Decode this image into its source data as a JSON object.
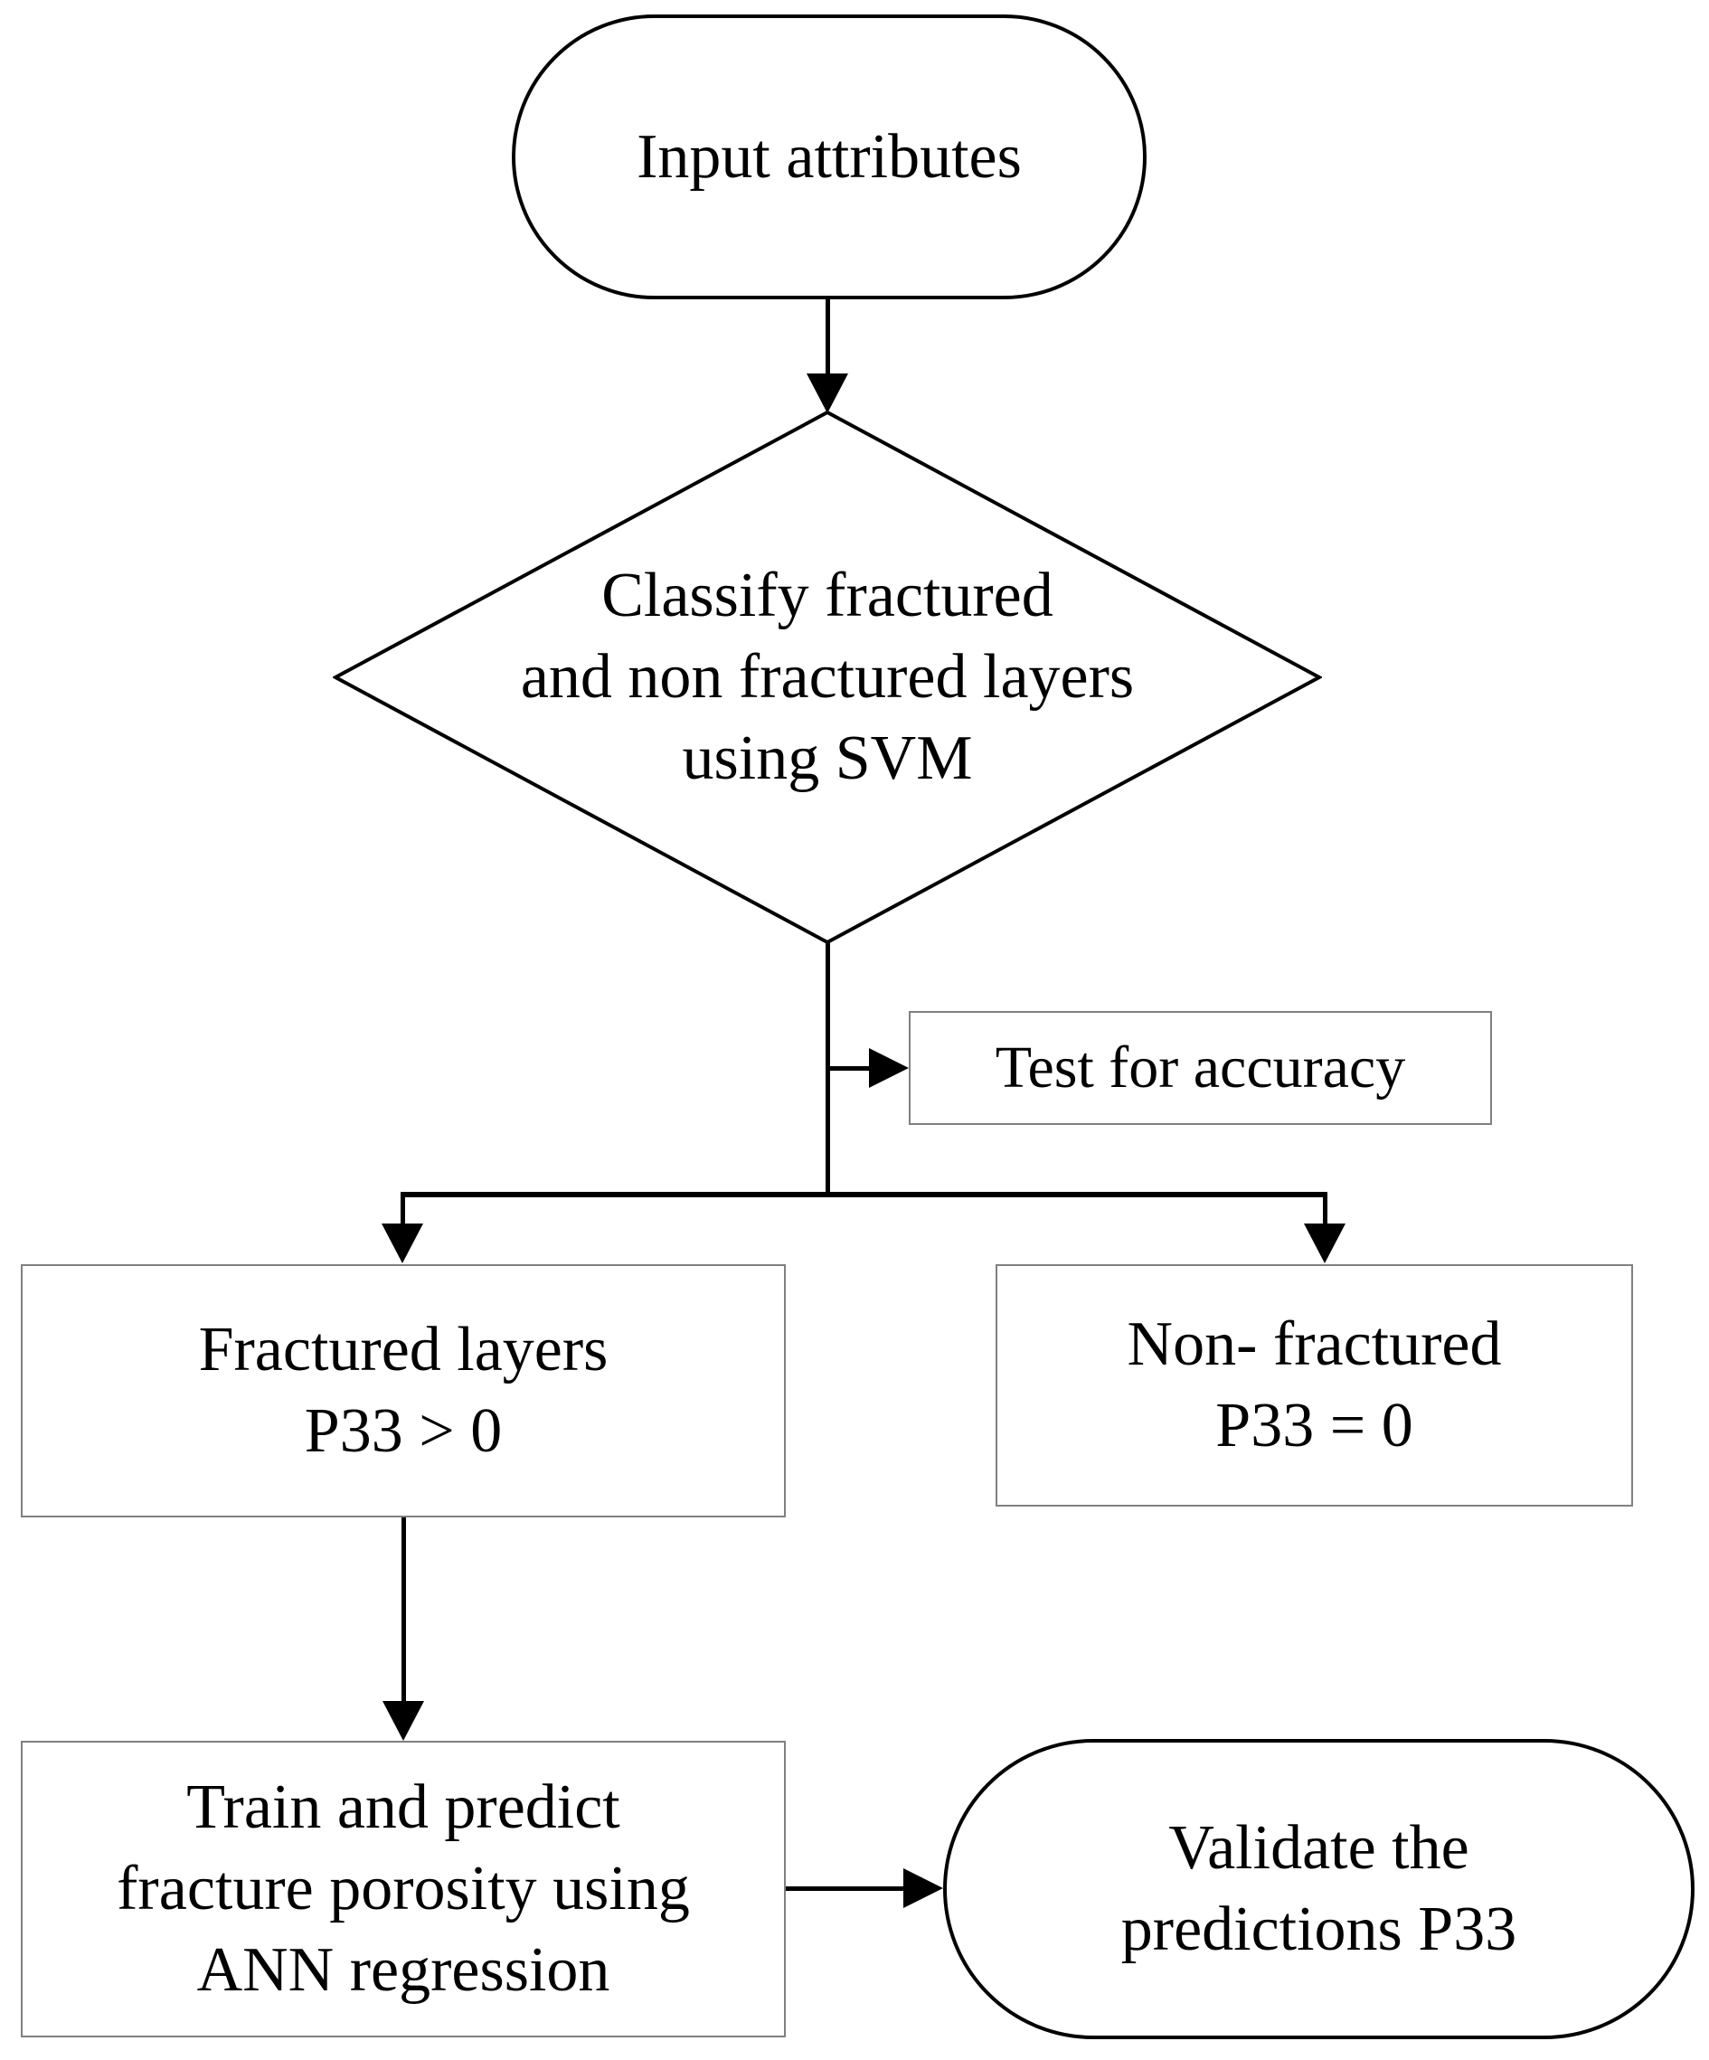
{
  "colors": {
    "background": "#ffffff",
    "text": "#000000",
    "connector": "#000000",
    "shape_border": "#000000",
    "box_border": "#808080"
  },
  "nodes": {
    "input": {
      "shape": "stadium",
      "label": "Input attributes"
    },
    "classify": {
      "shape": "diamond",
      "lines": [
        "Classify fractured",
        "and non fractured layers",
        "using SVM"
      ]
    },
    "test_accuracy": {
      "shape": "rectangle",
      "label": "Test for accuracy"
    },
    "fractured": {
      "shape": "rectangle",
      "lines": [
        "Fractured layers",
        "P33 > 0"
      ]
    },
    "non_fractured": {
      "shape": "rectangle",
      "lines": [
        "Non- fractured",
        "P33 = 0"
      ]
    },
    "train_predict": {
      "shape": "rectangle",
      "lines": [
        "Train and predict",
        "fracture porosity using",
        "ANN regression"
      ]
    },
    "validate": {
      "shape": "stadium",
      "lines": [
        "Validate the",
        "predictions P33"
      ]
    }
  },
  "edges": [
    {
      "from": "input",
      "to": "classify"
    },
    {
      "from": "classify",
      "to": "test_accuracy"
    },
    {
      "from": "classify",
      "to": "fractured"
    },
    {
      "from": "classify",
      "to": "non_fractured"
    },
    {
      "from": "fractured",
      "to": "train_predict"
    },
    {
      "from": "train_predict",
      "to": "validate"
    }
  ]
}
